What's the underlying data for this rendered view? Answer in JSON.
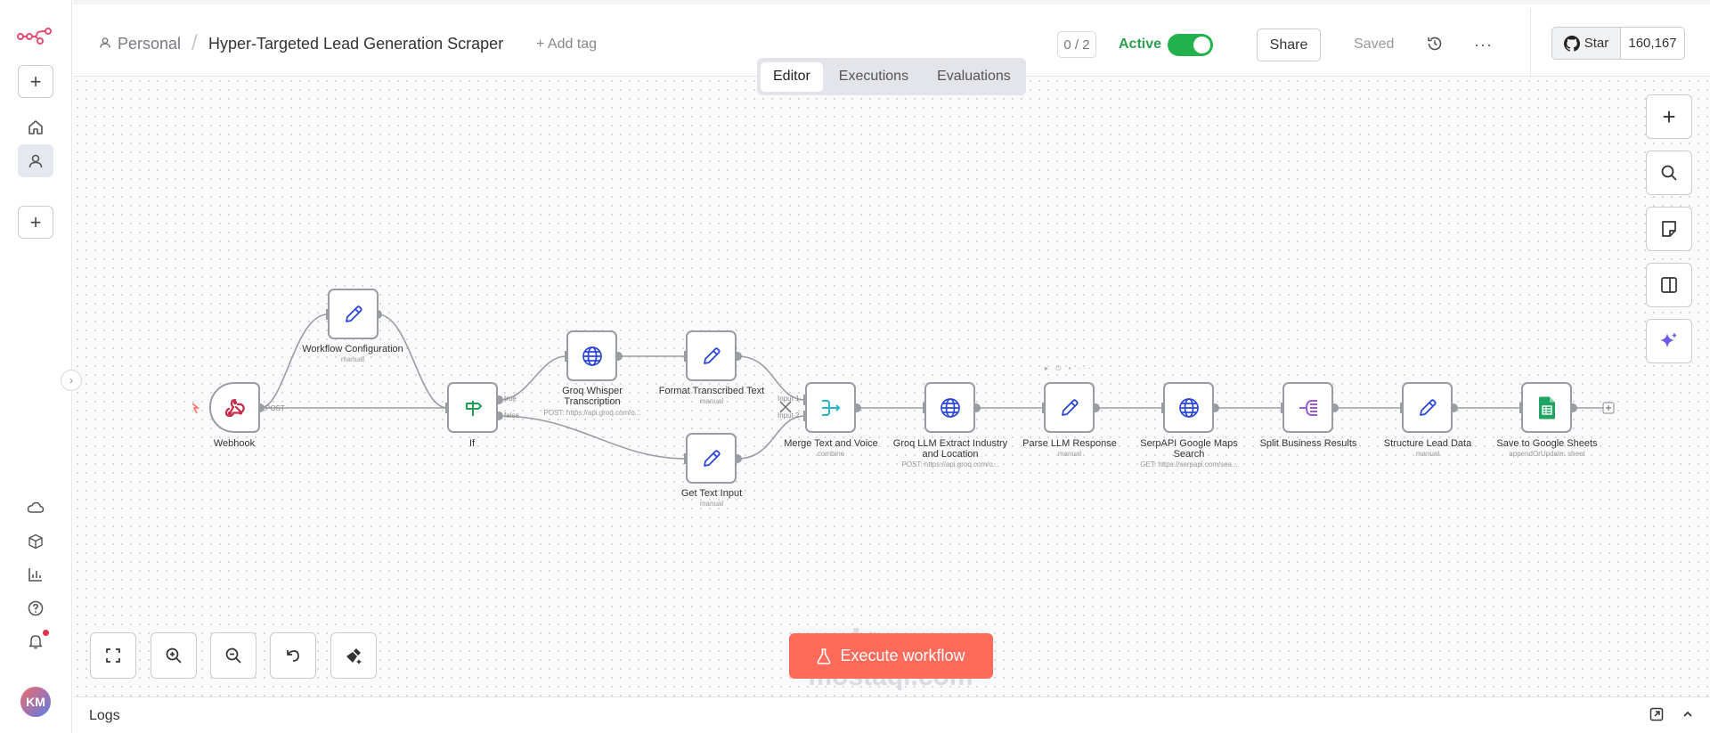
{
  "brand": {
    "logo_icon": "n8n-logo-icon"
  },
  "sidebar": {
    "top_items": [
      {
        "icon": "plus-icon"
      },
      {
        "icon": "home-icon"
      },
      {
        "icon": "user-icon"
      },
      {
        "icon": "plus-icon"
      }
    ],
    "bottom_items": [
      {
        "icon": "cloud-icon"
      },
      {
        "icon": "cube-icon"
      },
      {
        "icon": "bar-chart-icon"
      },
      {
        "icon": "help-circle-icon"
      },
      {
        "icon": "bell-icon"
      }
    ],
    "avatar_initials": "KM"
  },
  "header": {
    "project": "Personal",
    "separator": "/",
    "workflow_title": "Hyper-Targeted Lead Generation Scraper",
    "add_tag": "+ Add tag",
    "counter": "0 / 2",
    "active_label": "Active",
    "active": true,
    "share_label": "Share",
    "saved_label": "Saved",
    "more_label": "···",
    "github": {
      "star_label": "Star",
      "star_count": "160,167"
    }
  },
  "tabs": [
    {
      "label": "Editor",
      "selected": true
    },
    {
      "label": "Executions",
      "selected": false
    },
    {
      "label": "Evaluations",
      "selected": false
    }
  ],
  "nodes": {
    "webhook": {
      "label": "Webhook",
      "icon": "webhook-icon",
      "port_label": "POST"
    },
    "workflow_config": {
      "label": "Workflow Configuration",
      "sub": "manual",
      "icon": "pencil-icon"
    },
    "if": {
      "label": "If",
      "icon": "signpost-icon",
      "true_label": "true",
      "false_label": "false"
    },
    "groq_whisper": {
      "label": "Groq Whisper Transcription",
      "sub": "POST: https://api.groq.com/o...",
      "icon": "globe-icon"
    },
    "format_text": {
      "label": "Format Transcribed Text",
      "sub": "manual",
      "icon": "pencil-icon"
    },
    "get_text": {
      "label": "Get Text Input",
      "sub": "manual",
      "icon": "pencil-icon"
    },
    "merge": {
      "label": "Merge Text and Voice",
      "sub": "combine",
      "icon": "merge-icon",
      "input1": "Input 1",
      "input2": "Input 2"
    },
    "groq_llm": {
      "label": "Groq LLM Extract Industry and Location",
      "sub": "POST: https://api.groq.com/o...",
      "icon": "globe-icon"
    },
    "parse_llm": {
      "label": "Parse LLM Response",
      "sub": "manual",
      "icon": "pencil-icon",
      "hover_controls": "▸ ⏻ ▪ ···"
    },
    "serpapi": {
      "label": "SerpAPI Google Maps Search",
      "sub": "GET: https://serpapi.com/sea...",
      "icon": "globe-icon"
    },
    "split": {
      "label": "Split Business Results",
      "icon": "split-icon"
    },
    "structure": {
      "label": "Structure Lead Data",
      "sub": "manual",
      "icon": "pencil-icon"
    },
    "sheets": {
      "label": "Save to Google Sheets",
      "sub": "appendOrUpdate: sheet",
      "icon": "google-sheets-icon"
    }
  },
  "right_tools": [
    {
      "icon": "plus-icon"
    },
    {
      "icon": "search-icon"
    },
    {
      "icon": "sticky-note-icon"
    },
    {
      "icon": "panel-icon"
    },
    {
      "icon": "sparkle-icon"
    }
  ],
  "bottom_tools": [
    {
      "icon": "fit-view-icon"
    },
    {
      "icon": "zoom-in-icon"
    },
    {
      "icon": "zoom-out-icon"
    },
    {
      "icon": "undo-icon"
    },
    {
      "icon": "tidy-up-icon"
    }
  ],
  "execute_button": {
    "label": "Execute workflow",
    "icon": "flask-icon"
  },
  "watermark": {
    "line1": "مستقل",
    "line2": "mostaql.com"
  },
  "logs": {
    "label": "Logs"
  },
  "colors": {
    "accent": "#fe6b5a",
    "active_green": "#22b14c",
    "node_blue": "#2b45d8",
    "merge_teal": "#2bb3c9",
    "split_purple": "#9a5cd6",
    "sheets_green": "#1fa463"
  }
}
